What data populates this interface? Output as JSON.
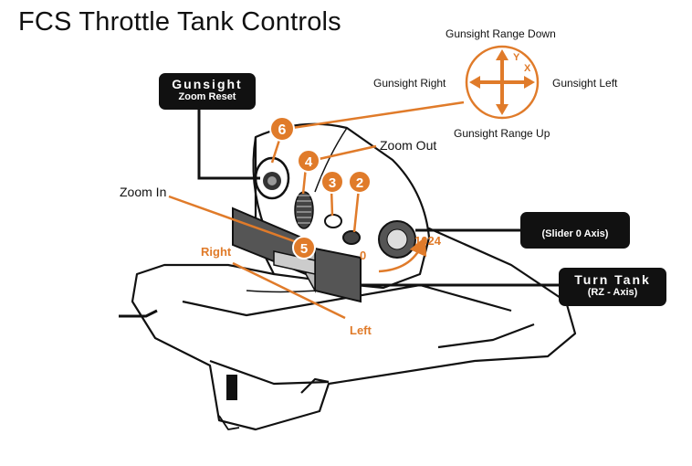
{
  "title": "FCS Throttle Tank Controls",
  "hat": {
    "up": "Gunsight Range Down",
    "down": "Gunsight Range Up",
    "left": "Gunsight  Right",
    "right": "Gunsight  Left",
    "axis_y": "Y",
    "axis_x": "X"
  },
  "boxes": {
    "gunsight_reset": {
      "line1": "Gunsight",
      "line2": "Zoom Reset"
    },
    "slider": {
      "line1": "",
      "line2": "(Slider 0 Axis)"
    },
    "turn_tank": {
      "line1": "Turn Tank",
      "line2": "(RZ - Axis)"
    }
  },
  "labels": {
    "zoom_out": "Zoom Out",
    "zoom_in": "Zoom In",
    "right": "Right",
    "left": "Left",
    "slider_min": "0",
    "slider_max": "1024"
  },
  "badges": [
    "6",
    "4",
    "3",
    "2",
    "5"
  ],
  "colors": {
    "accent": "#e07b2a",
    "ink": "#111111"
  }
}
